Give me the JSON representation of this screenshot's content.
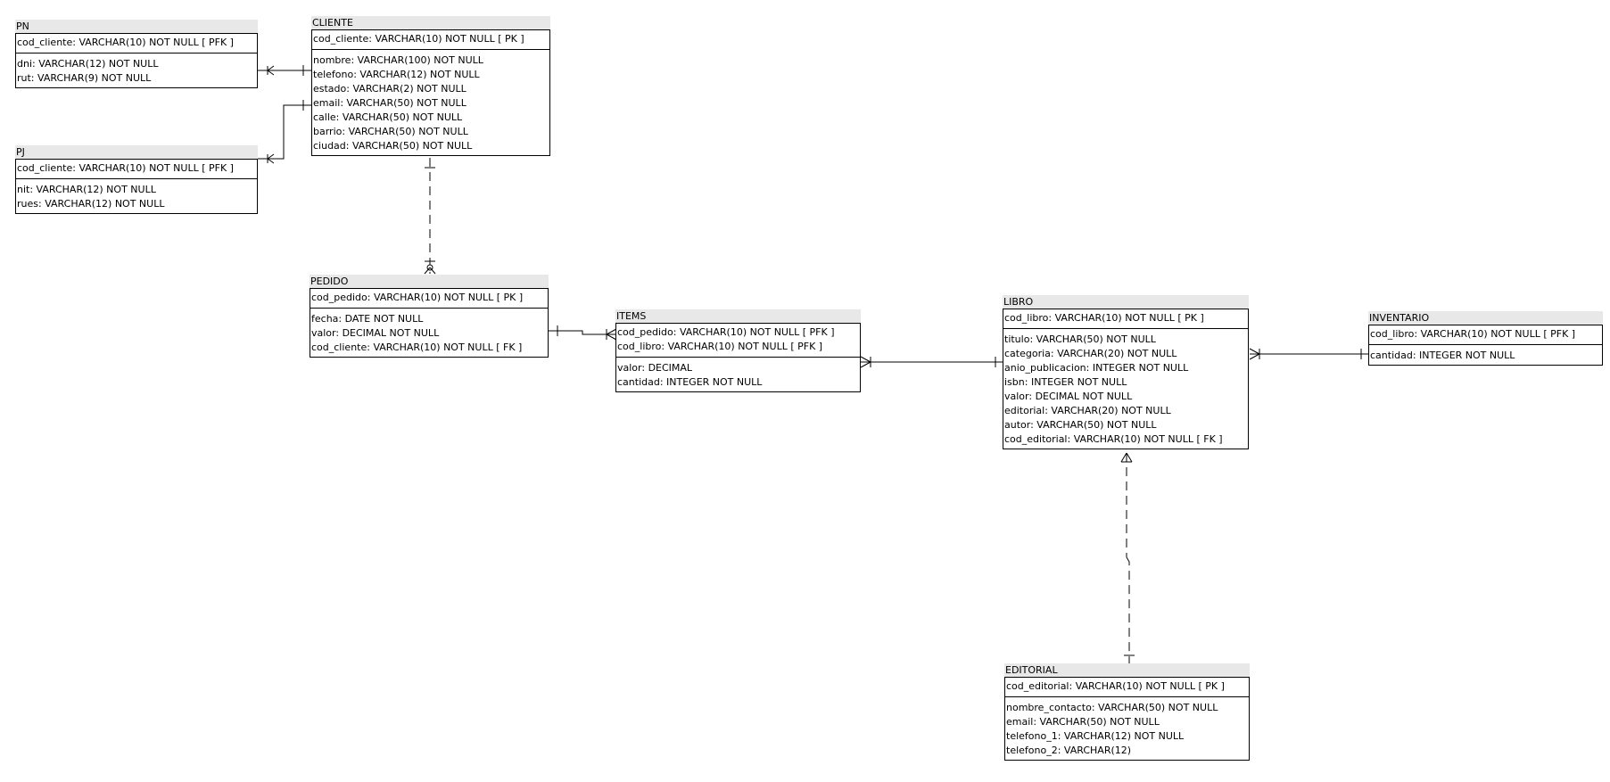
{
  "entities": {
    "pn": {
      "title": "PN",
      "pk": [
        "cod_cliente: VARCHAR(10)   NOT NULL   [ PFK ]"
      ],
      "attrs": [
        "dni: VARCHAR(12)   NOT NULL",
        "rut: VARCHAR(9)   NOT NULL"
      ]
    },
    "pj": {
      "title": "PJ",
      "pk": [
        "cod_cliente: VARCHAR(10)   NOT NULL   [ PFK ]"
      ],
      "attrs": [
        "nit: VARCHAR(12)   NOT NULL",
        "rues: VARCHAR(12)   NOT NULL"
      ]
    },
    "cliente": {
      "title": "CLIENTE",
      "pk": [
        "cod_cliente: VARCHAR(10)   NOT NULL   [ PK ]"
      ],
      "attrs": [
        "nombre: VARCHAR(100)   NOT NULL",
        "telefono: VARCHAR(12)   NOT NULL",
        "estado: VARCHAR(2)   NOT NULL",
        "email: VARCHAR(50)   NOT NULL",
        "calle: VARCHAR(50)   NOT NULL",
        "barrio: VARCHAR(50)   NOT NULL",
        "ciudad: VARCHAR(50)   NOT NULL"
      ]
    },
    "pedido": {
      "title": "PEDIDO",
      "pk": [
        "cod_pedido: VARCHAR(10)   NOT NULL   [ PK ]"
      ],
      "attrs": [
        "fecha: DATE   NOT NULL",
        "valor: DECIMAL   NOT NULL",
        "cod_cliente: VARCHAR(10)   NOT NULL   [ FK ]"
      ]
    },
    "items": {
      "title": "ITEMS",
      "pk": [
        "cod_pedido: VARCHAR(10)   NOT NULL   [ PFK ]",
        "cod_libro: VARCHAR(10)   NOT NULL   [ PFK ]"
      ],
      "attrs": [
        "valor: DECIMAL",
        "cantidad: INTEGER   NOT NULL"
      ]
    },
    "libro": {
      "title": "LIBRO",
      "pk": [
        "cod_libro: VARCHAR(10)   NOT NULL   [ PK ]"
      ],
      "attrs": [
        "titulo: VARCHAR(50)   NOT NULL",
        "categoria: VARCHAR(20)   NOT NULL",
        "anio_publicacion: INTEGER   NOT NULL",
        "isbn: INTEGER   NOT NULL",
        "valor: DECIMAL   NOT NULL",
        "editorial: VARCHAR(20)   NOT NULL",
        "autor: VARCHAR(50)   NOT NULL",
        "cod_editorial: VARCHAR(10)   NOT NULL   [ FK ]"
      ]
    },
    "inventario": {
      "title": "INVENTARIO",
      "pk": [
        "cod_libro: VARCHAR(10)   NOT NULL   [ PFK ]"
      ],
      "attrs": [
        "cantidad: INTEGER   NOT NULL"
      ]
    },
    "editorial": {
      "title": "EDITORIAL",
      "pk": [
        "cod_editorial: VARCHAR(10)   NOT NULL   [ PK ]"
      ],
      "attrs": [
        "nombre_contacto: VARCHAR(50)   NOT NULL",
        "email: VARCHAR(50)   NOT NULL",
        "telefono_1: VARCHAR(12)   NOT NULL",
        "telefono_2: VARCHAR(12)"
      ]
    }
  }
}
